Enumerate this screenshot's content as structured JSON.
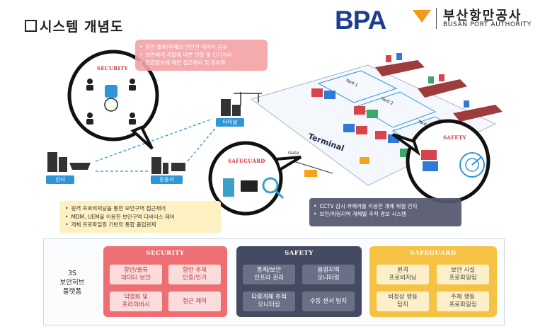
{
  "header": {
    "title": "시스템 개념도",
    "logo_brand": "BPA",
    "logo_korean": "부산항만공사",
    "logo_english": "BUSAN PORT AUTHORITY"
  },
  "diagram": {
    "security_bubble_label": "SECURITY",
    "safeguard_bubble_label": "SAFEGUARD",
    "safety_bubble_label": "SAFETY",
    "nodes": {
      "carrier": "선사",
      "transport": "운송사",
      "terminal": "터미널"
    },
    "terminal_label": "Terminal",
    "gate_label": "Gate",
    "yards": [
      "Yard 1",
      "Yard 2",
      "Yard 3"
    ]
  },
  "callouts": {
    "security": [
      "항만 물류/주체의 안전한 데이터 공유",
      "보안체계 개발에 따른 인증 및 인가처리",
      "민감정보에 대한 접근제어 및 암호화"
    ],
    "safeguard": [
      "원격 프로비저닝을 통한 보안구역 접근제어",
      "MDM, UEM을 이용한 보안구역 디바이스 제어",
      "개체 프로파일링 기반의 통합 출입관제"
    ],
    "safety": [
      "CCTV 감시 카메라를 이용한 개체 위험 인지",
      "보안/위험지역 개체별 추적 경보 시스템"
    ]
  },
  "platform": {
    "label": "3S\n보안허브\n플랫폼",
    "panels": [
      {
        "title": "SECURITY",
        "cells": [
          "항만/물류\n데이터 보안",
          "항만 주체\n인증/인가",
          "익명화 및\n프라이버시",
          "접근 제어"
        ]
      },
      {
        "title": "SAFETY",
        "cells": [
          "통제/보안\n인프라 관리",
          "음영지역\n모니터링",
          "다중개체 추적\n모니터링",
          "수동 센서 탐지"
        ]
      },
      {
        "title": "SAFEGUARD",
        "cells": [
          "원격\n프로비저닝",
          "보안 시설\n프로파일링",
          "비정상 행동\n탐지",
          "주체 행동\n프로파일링"
        ]
      }
    ]
  },
  "colors": {
    "brand_blue": "#1f3d8f",
    "brand_orange": "#f39a1b",
    "security_red": "#ee6f73",
    "safety_dark": "#454a63",
    "safeguard_yellow": "#f6c244",
    "link_blue": "#2f95d6"
  }
}
